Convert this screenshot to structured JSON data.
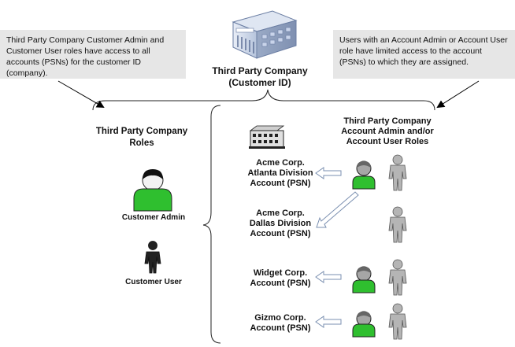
{
  "notes": {
    "left": "Third Party Company Customer Admin and Customer User roles have access to all accounts (PSNs) for the customer ID (company).",
    "right": "Users with an Account Admin or Account User role have limited access to the account (PSNs) to which they are assigned."
  },
  "company": {
    "line1": "Third Party Company",
    "line2": "(Customer ID)"
  },
  "left_roles": {
    "title_line1": "Third Party Company",
    "title_line2": "Roles",
    "admin_label": "Customer Admin",
    "user_label": "Customer User"
  },
  "right_roles": {
    "title_line1": "Third Party Company",
    "title_line2": "Account Admin and/or",
    "title_line3": "Account User Roles"
  },
  "accounts": [
    {
      "line1": "Acme Corp.",
      "line2": "Atlanta Division",
      "line3": "Account (PSN)"
    },
    {
      "line1": "Acme Corp.",
      "line2": "Dallas Division",
      "line3": "Account (PSN)"
    },
    {
      "line1": "Widget Corp.",
      "line2": "Account (PSN)"
    },
    {
      "line1": "Gizmo Corp.",
      "line2": "Account (PSN)"
    }
  ],
  "colors": {
    "admin_green": "#2fbf2f",
    "user_gray": "#b5b5b5",
    "user_dark": "#222222",
    "arrow_fill": "#ffffff",
    "arrow_stroke": "#7a8fb0"
  }
}
